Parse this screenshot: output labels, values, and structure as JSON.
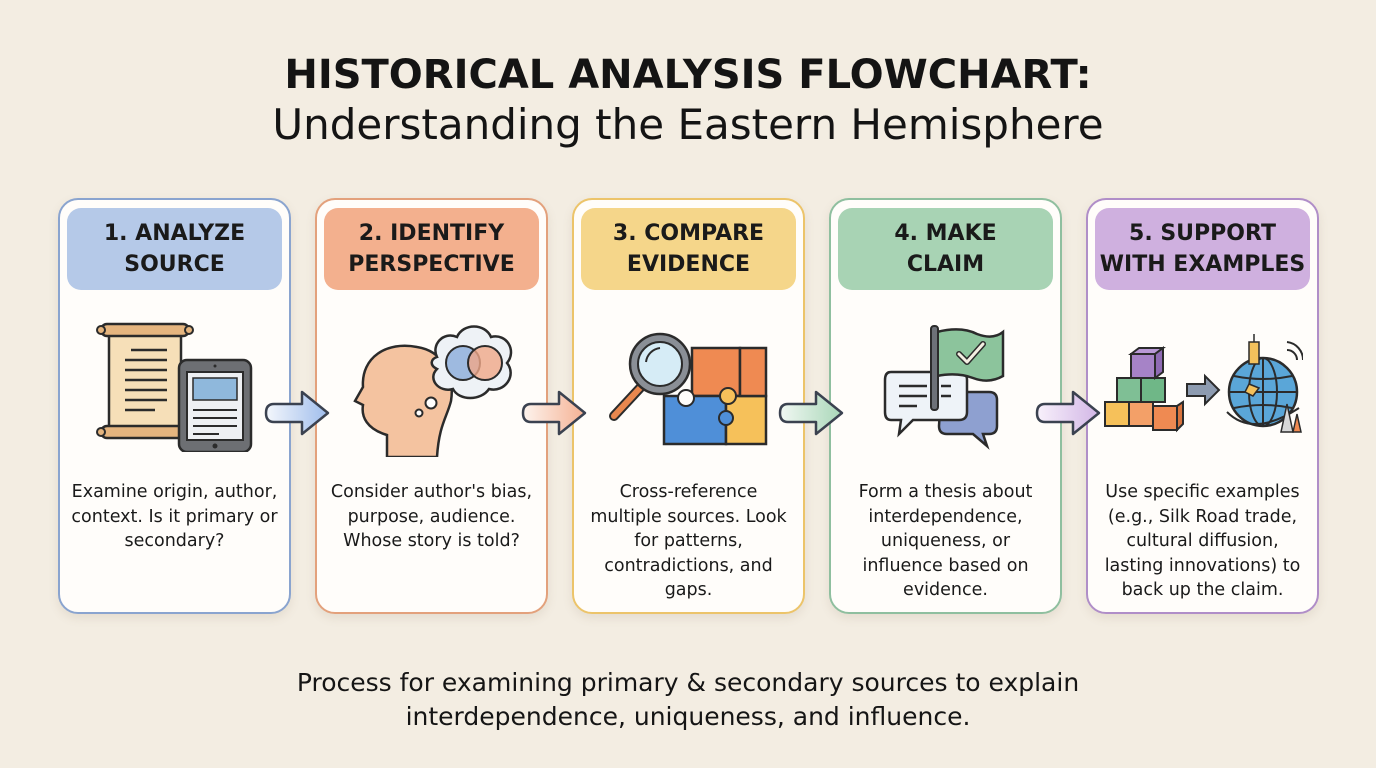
{
  "header": {
    "title_line1": "HISTORICAL ANALYSIS FLOWCHART:",
    "title_line2": "Understanding the Eastern Hemisphere"
  },
  "steps": [
    {
      "number": "1",
      "title": "1. ANALYZE SOURCE",
      "title_lines": [
        "1. ANALYZE",
        "SOURCE"
      ],
      "icon": "scroll-and-tablet-icon",
      "description": "Examine origin, author, context. Is it primary or secondary?",
      "border_color": "#8aa4cf",
      "header_color": "#b5c9e8"
    },
    {
      "number": "2",
      "title": "2. IDENTIFY PERSPECTIVE",
      "title_lines": [
        "2. IDENTIFY",
        "PERSPECTIVE"
      ],
      "icon": "head-with-thought-cloud-icon",
      "description": "Consider author's bias, purpose, audience. Whose story is told?",
      "border_color": "#e3a17c",
      "header_color": "#f3b08e"
    },
    {
      "number": "3",
      "title": "3. COMPARE EVIDENCE",
      "title_lines": [
        "3. COMPARE",
        "EVIDENCE"
      ],
      "icon": "magnifier-puzzle-icon",
      "description": "Cross-reference multiple sources. Look for patterns, contradictions, and gaps.",
      "border_color": "#ecc46a",
      "header_color": "#f5d68a"
    },
    {
      "number": "4",
      "title": "4. MAKE CLAIM",
      "title_lines": [
        "4. MAKE",
        "CLAIM"
      ],
      "icon": "flag-chat-bubbles-icon",
      "description": "Form a thesis about interdependence, uniqueness, or influence based on evidence.",
      "border_color": "#8fbf9f",
      "header_color": "#a8d3b4"
    },
    {
      "number": "5",
      "title": "5. SUPPORT WITH EXAMPLES",
      "title_lines": [
        "5. SUPPORT",
        "WITH EXAMPLES"
      ],
      "icon": "blocks-to-globe-icon",
      "description": "Use specific examples (e.g., Silk Road trade, cultural diffusion, lasting innovations) to back up the claim.",
      "border_color": "#b08ec8",
      "header_color": "#cfb0df"
    }
  ],
  "arrows": [
    {
      "from": "1",
      "to": "2",
      "color": "#a9c3ef"
    },
    {
      "from": "2",
      "to": "3",
      "color": "#f6bea4"
    },
    {
      "from": "3",
      "to": "4",
      "color": "#b3dcc0"
    },
    {
      "from": "4",
      "to": "5",
      "color": "#d7bce8"
    }
  ],
  "footer": {
    "line1": "Process for examining primary & secondary sources to explain",
    "line2": "interdependence, uniqueness, and influence."
  },
  "colors": {
    "background": "#f3ede2",
    "card_background": "#fffdfa",
    "text": "#1a1a1a"
  }
}
